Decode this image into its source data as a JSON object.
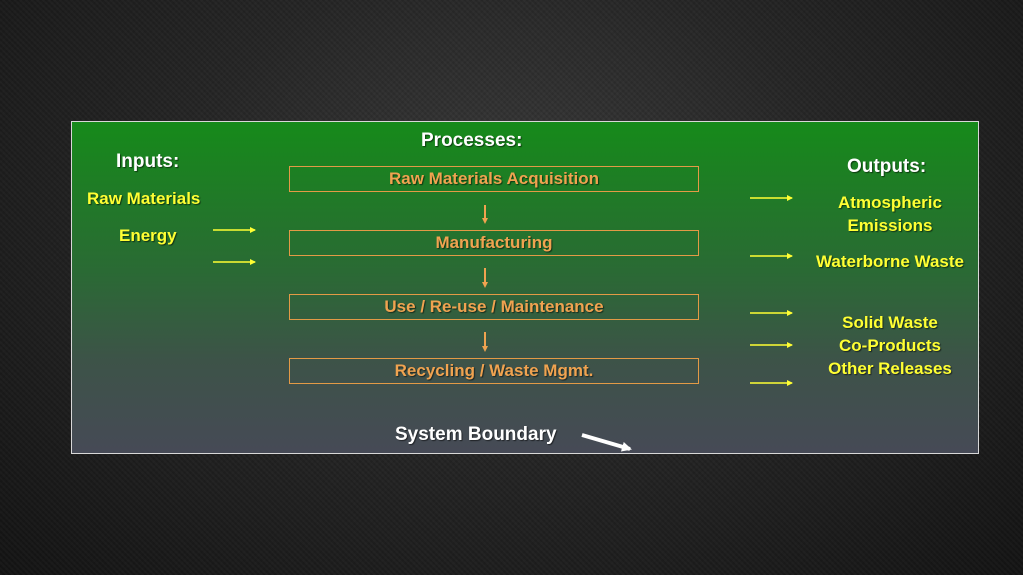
{
  "inputs": {
    "heading": "Inputs:",
    "items": [
      "Raw Materials",
      "Energy"
    ]
  },
  "processes": {
    "heading": "Processes:",
    "steps": [
      "Raw Materials Acquisition",
      "Manufacturing",
      "Use / Re-use / Maintenance",
      "Recycling / Waste Mgmt."
    ]
  },
  "outputs": {
    "heading": "Outputs:",
    "items": [
      "Atmospheric",
      "Emissions",
      "Waterborne Waste",
      "Solid Waste",
      "Co-Products",
      "Other Releases"
    ]
  },
  "boundary_label": "System Boundary",
  "colors": {
    "panel_top": "#168a1a",
    "panel_bottom": "#464a56",
    "process_orange": "#f0a350",
    "io_yellow": "#ffff33",
    "heading_white": "#ffffff"
  }
}
